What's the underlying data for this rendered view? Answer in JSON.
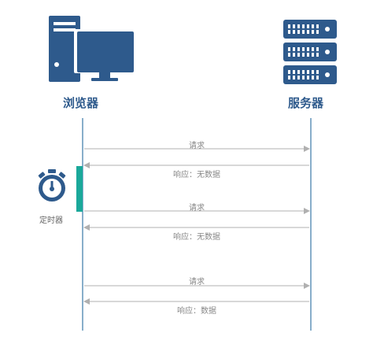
{
  "browser": {
    "label": "浏览器",
    "icon": "computer-icon"
  },
  "server": {
    "label": "服务器",
    "icon": "server-icon"
  },
  "timer": {
    "label": "定时器",
    "icon": "stopwatch-icon"
  },
  "messages": [
    {
      "text": "请求",
      "direction": "browser-to-server"
    },
    {
      "text": "响应：无数据",
      "direction": "server-to-browser"
    },
    {
      "text": "请求",
      "direction": "browser-to-server"
    },
    {
      "text": "响应：无数据",
      "direction": "server-to-browser"
    },
    {
      "text": "请求",
      "direction": "browser-to-server"
    },
    {
      "text": "响应：数据",
      "direction": "server-to-browser"
    }
  ],
  "colors": {
    "icon": "#2e5a8c",
    "lifeline": "#3a79a8",
    "arrow": "#b0b0b0",
    "timer_bar": "#1aa89a"
  }
}
